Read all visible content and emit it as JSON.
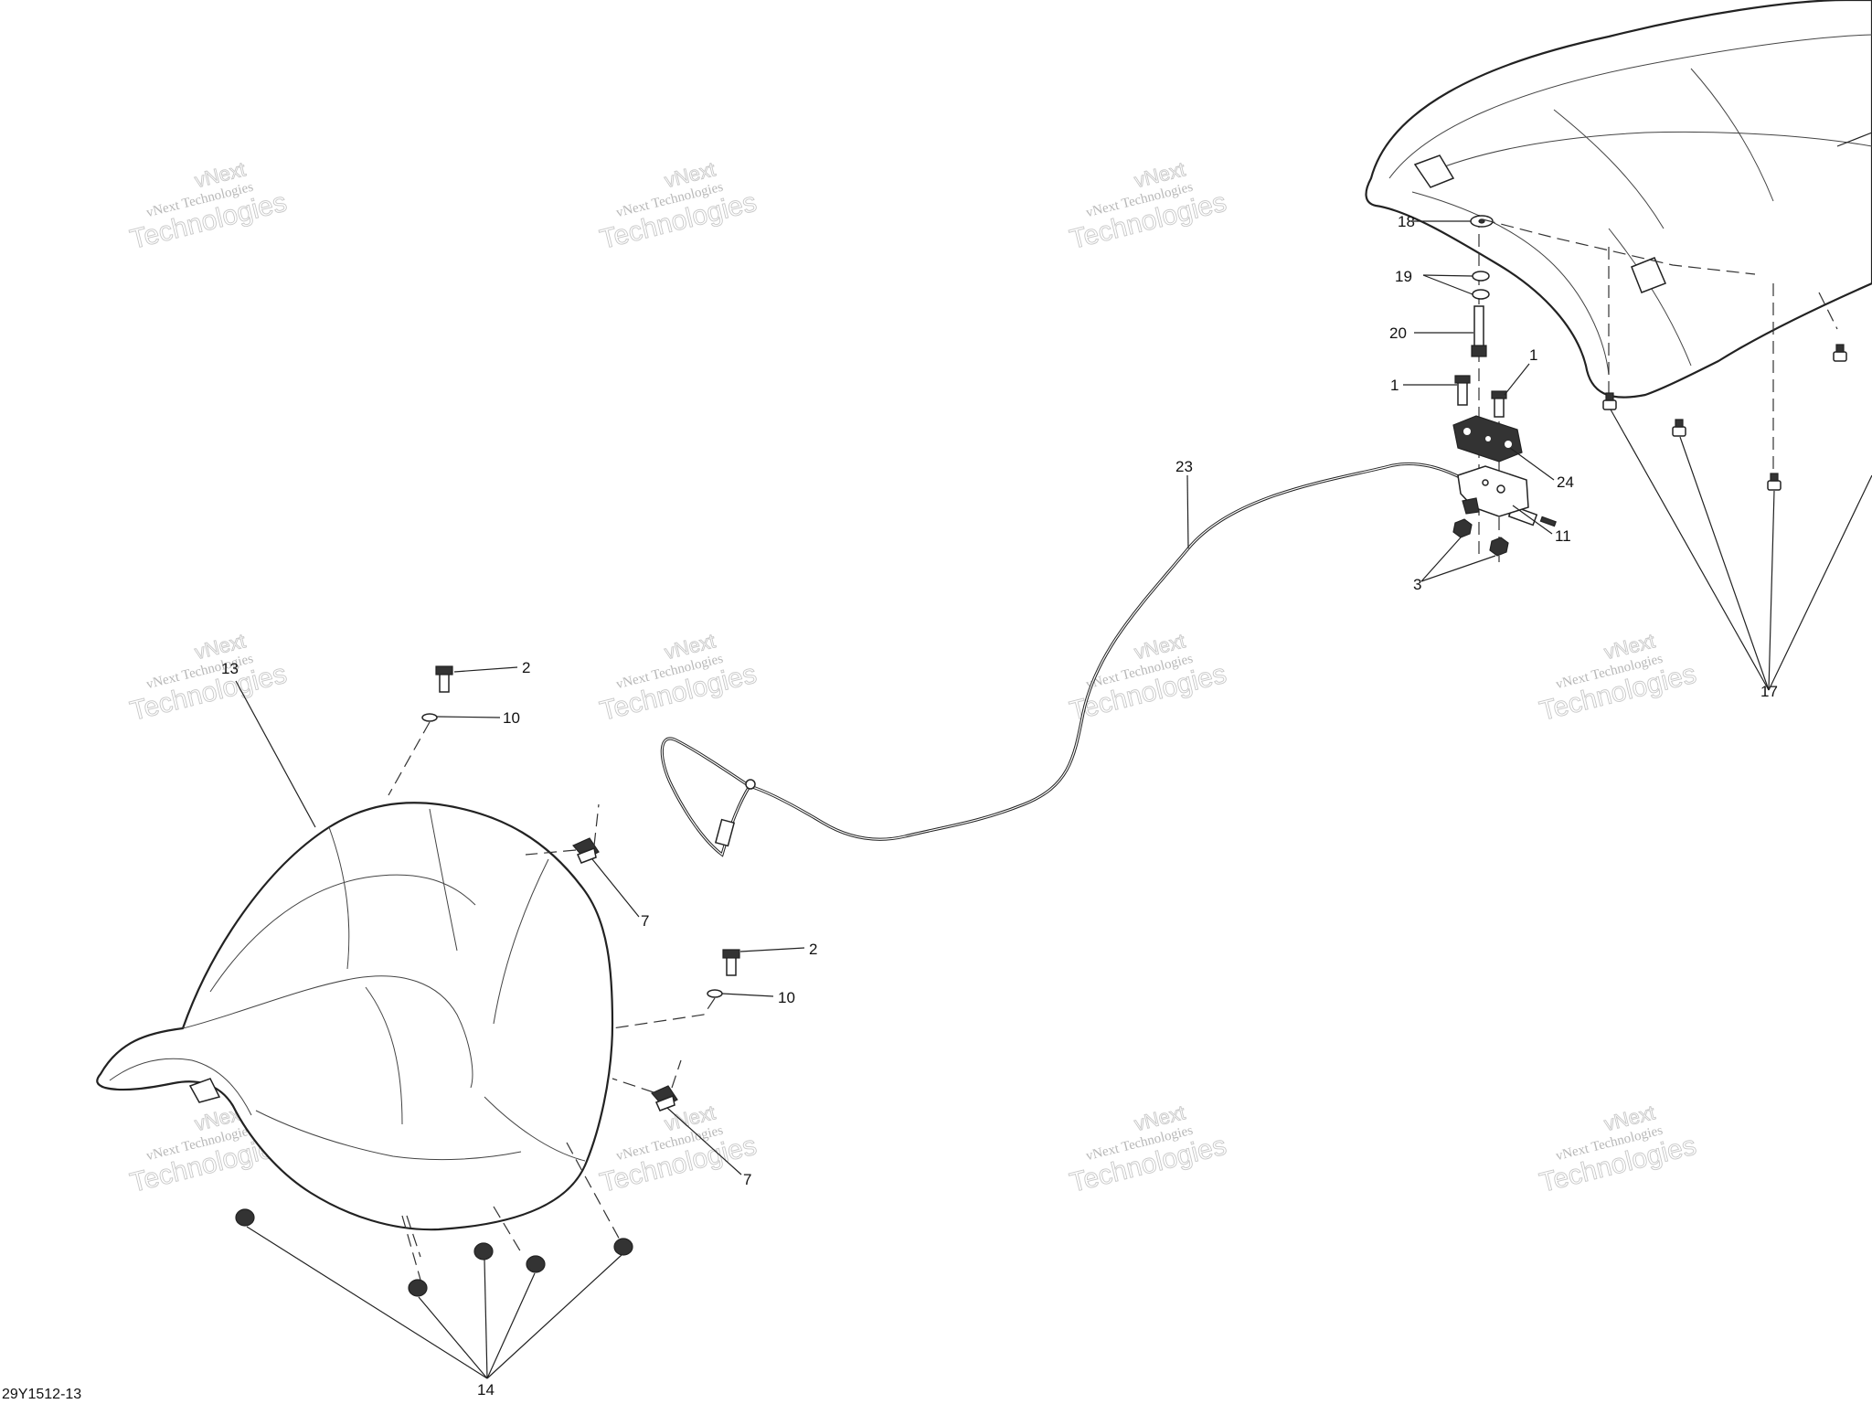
{
  "figure": {
    "code": "29Y1512-13"
  },
  "watermark": {
    "line1": "vNext",
    "line2": "vNext Technologies",
    "line3": "Technologies"
  },
  "callouts": {
    "part_1": "1",
    "part_2": "2",
    "part_3": "3",
    "part_7": "7",
    "part_10": "10",
    "part_11": "11",
    "part_13": "13",
    "part_14": "14",
    "part_17": "17",
    "part_18": "18",
    "part_19": "19",
    "part_20": "20",
    "part_23": "23",
    "part_24": "24"
  }
}
